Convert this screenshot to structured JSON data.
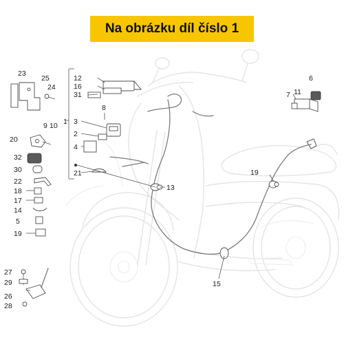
{
  "banner": {
    "text": "Na obrázku díl číslo 1"
  },
  "callouts": {
    "c23": "23",
    "c25": "25",
    "c24": "24",
    "c9": "9",
    "c10": "10",
    "c20": "20",
    "c32": "32",
    "c30": "30",
    "c22": "22",
    "c18": "18",
    "c17": "17",
    "c14": "14",
    "c5": "5",
    "c19a": "19",
    "c27": "27",
    "c29": "29",
    "c26": "26",
    "c28": "28",
    "c12": "12",
    "c16": "16",
    "c31": "31",
    "c8": "8",
    "c1": "1",
    "c3": "3",
    "c2": "2",
    "c4": "4",
    "c21": "21",
    "c13": "13",
    "c15": "15",
    "c19b": "19",
    "c6": "6",
    "c7": "7",
    "c11": "11"
  },
  "colors": {
    "banner_bg": "#f7c600",
    "line_art": "#e4e4e4",
    "parts": "#4a4a4a"
  }
}
